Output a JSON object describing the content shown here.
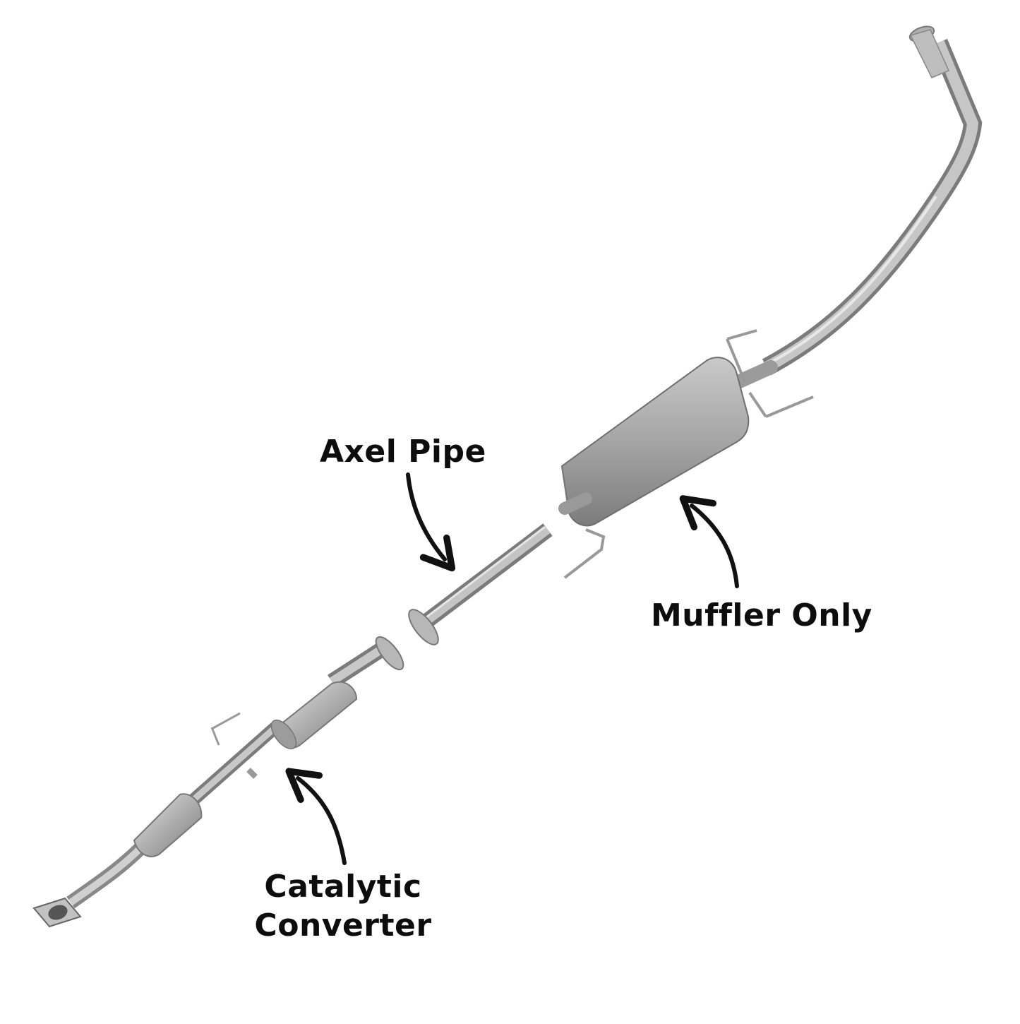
{
  "labels": {
    "axel_pipe": "Axel Pipe",
    "muffler_only": "Muffler Only",
    "catalytic_line1": "Catalytic",
    "catalytic_line2": "Converter"
  },
  "colors": {
    "pipe_light": "#d9d9d9",
    "pipe_mid": "#a8a8a8",
    "pipe_dark": "#6e6e6e",
    "arrow": "#111111",
    "text": "#0d0d0d"
  }
}
